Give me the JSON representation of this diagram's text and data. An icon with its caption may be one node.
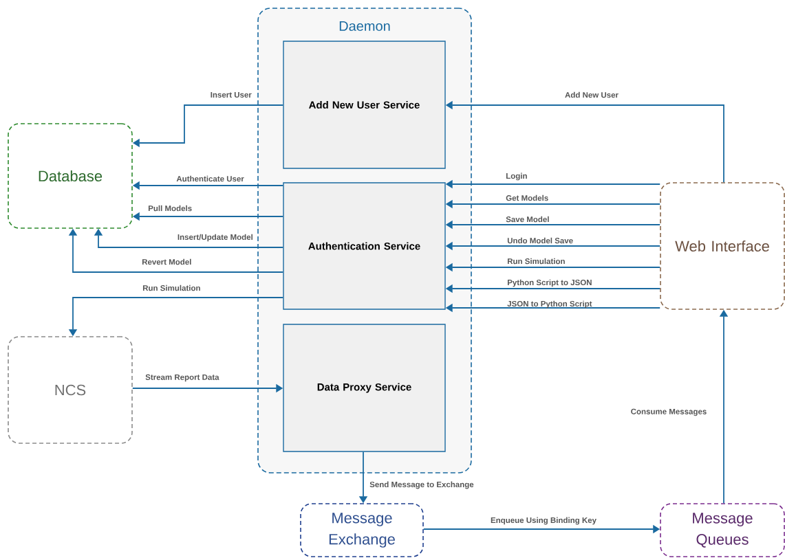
{
  "diagram": {
    "nodes": [
      {
        "text": [
          "Daemon"
        ]
      },
      {
        "text": [
          "Add New User Service"
        ],
        "in": 0
      },
      {
        "text": [
          "Authentication Service"
        ],
        "in": 0
      },
      {
        "text": [
          "Data Proxy Service"
        ],
        "in": 0
      },
      {
        "text": [
          "Database"
        ]
      },
      {
        "text": [
          "Web Interface"
        ]
      },
      {
        "text": [
          "NCS"
        ]
      },
      {
        "text": [
          "Message Exchange"
        ]
      },
      {
        "text": [
          "Message Queues"
        ]
      }
    ],
    "edges": [
      {
        "from": 1,
        "to": 4,
        "arrow": "to",
        "label": "Insert User"
      },
      {
        "from": 2,
        "to": 4,
        "arrow": "to",
        "label": "Authenticate User"
      },
      {
        "from": 2,
        "to": 4,
        "arrow": "to",
        "label": "Pull Models"
      },
      {
        "from": 2,
        "to": 4,
        "arrow": "to",
        "label": "Insert/Update Model"
      },
      {
        "from": 2,
        "to": 4,
        "arrow": "to",
        "label": "Revert Model"
      },
      {
        "from": 2,
        "to": 6,
        "arrow": "to",
        "label": "Run Simulation"
      },
      {
        "from": 6,
        "to": 3,
        "arrow": "to",
        "label": "Stream Report Data"
      },
      {
        "from": 5,
        "to": 1,
        "arrow": "to",
        "label": "Add New User"
      },
      {
        "from": 5,
        "to": 2,
        "arrow": "to",
        "label": "Login"
      },
      {
        "from": 5,
        "to": 2,
        "arrow": "to",
        "label": "Get Models"
      },
      {
        "from": 5,
        "to": 2,
        "arrow": "to",
        "label": "Save Model"
      },
      {
        "from": 5,
        "to": 2,
        "arrow": "to",
        "label": "Undo Model Save"
      },
      {
        "from": 5,
        "to": 2,
        "arrow": "to",
        "label": "Run Simulation"
      },
      {
        "from": 5,
        "to": 2,
        "arrow": "to",
        "label": "Python Script to JSON"
      },
      {
        "from": 5,
        "to": 2,
        "arrow": "to",
        "label": "JSON to Python Script"
      },
      {
        "from": 3,
        "to": 7,
        "arrow": "to",
        "label": "Send Message to Exchange"
      },
      {
        "from": 7,
        "to": 8,
        "arrow": "to",
        "label": "Enqueue Using Binding Key"
      },
      {
        "from": 8,
        "to": 5,
        "arrow": "to",
        "label": "Consume Messages"
      }
    ]
  }
}
